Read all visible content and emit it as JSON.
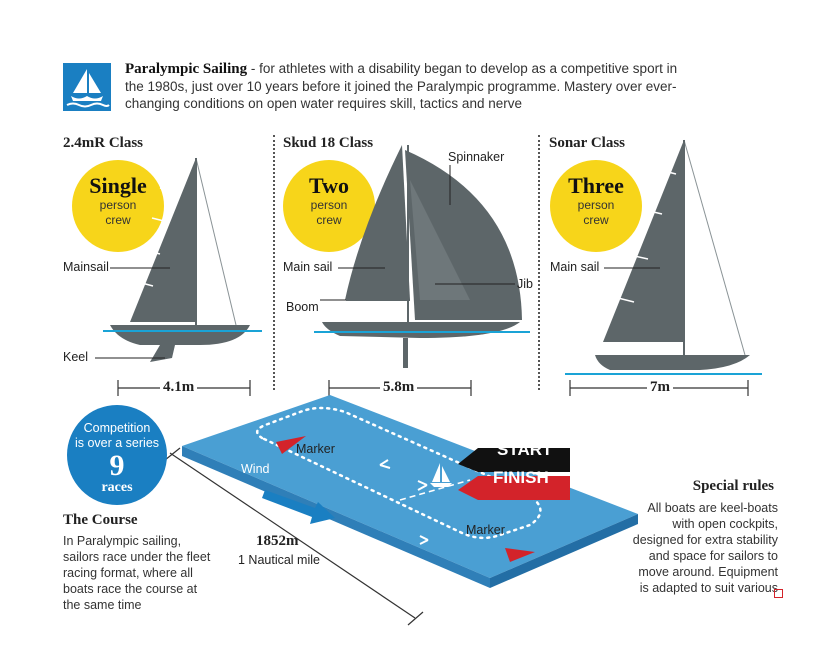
{
  "header": {
    "logo_icon": "paralympic-sailing-pictogram",
    "title": "Paralympic Sailing",
    "text": " - for athletes with a disability began to develop as a competitive sport in the 1980s, just over 10 years before it joined the Paralympic programme. Mastery over ever-changing conditions on open water requires skill, tactics and nerve"
  },
  "classes": [
    {
      "title": "2.4mR Class",
      "crew_count": "Single",
      "crew_line1": "person",
      "crew_line2": "crew",
      "length": "4.1m",
      "labels": {
        "sail": "Mainsail",
        "keel": "Keel"
      }
    },
    {
      "title": "Skud 18 Class",
      "crew_count": "Two",
      "crew_line1": "person",
      "crew_line2": "crew",
      "length": "5.8m",
      "labels": {
        "spinnaker": "Spinnaker",
        "mainsail": "Main sail",
        "jib": "Jib",
        "boom": "Boom"
      }
    },
    {
      "title": "Sonar Class",
      "crew_count": "Three",
      "crew_line1": "person",
      "crew_line2": "crew",
      "length": "7m",
      "labels": {
        "mainsail": "Main sail"
      }
    }
  ],
  "competition": {
    "line1": "Competition",
    "line2": "is over a series",
    "number": "9",
    "unit": "races"
  },
  "course": {
    "title": "The Course",
    "text": "In Paralympic sailing, sailors race under the fleet racing format, where all boats race the course at the same time",
    "distance": "1852m",
    "distance_sub": "1 Nautical mile",
    "wind": "Wind",
    "marker1": "Marker",
    "marker2": "Marker",
    "start": "START",
    "finish": "FINISH"
  },
  "special": {
    "title": "Special rules",
    "text": "All boats are keel-boats with open cockpits, designed for extra stability and space for sailors to move around. Equipment is adapted to suit various"
  },
  "colors": {
    "sail": "#5d6669",
    "water_line": "#1aa3d6",
    "yellow": "#f7d51a",
    "blue": "#1a7fc2",
    "course_top": "#4a9fd3",
    "finish_red": "#d3232a"
  }
}
